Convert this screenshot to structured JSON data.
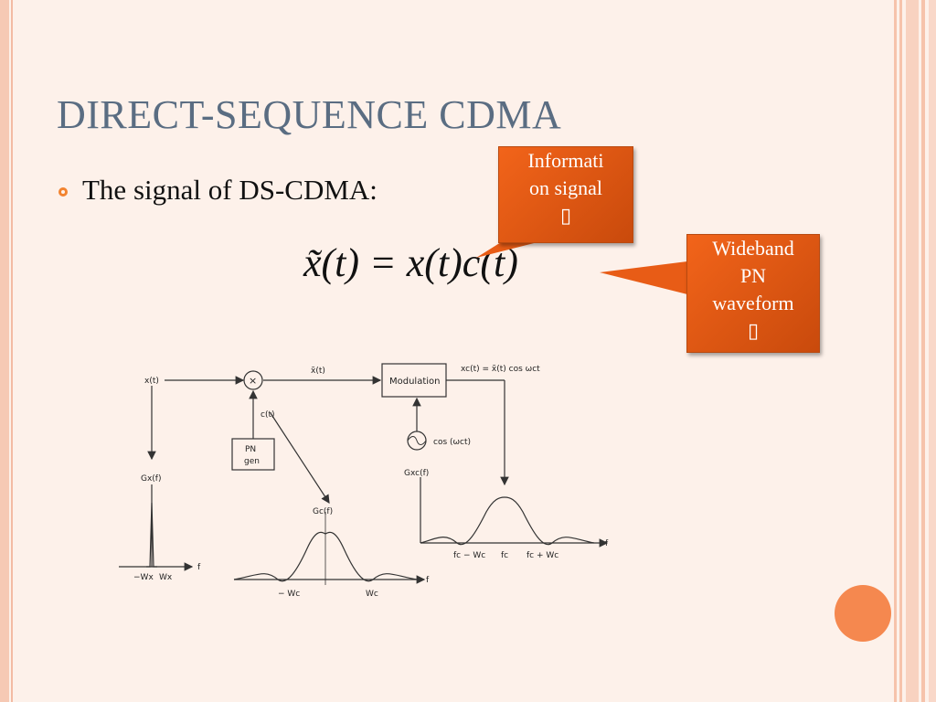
{
  "slide": {
    "title": "DIRECT-SEQUENCE CDMA",
    "bullet": "The signal of DS-CDMA:",
    "equation": "x̃(t) = x(t)c(t)"
  },
  "callouts": [
    {
      "lines": [
        "Informati",
        "on signal",
        "▯"
      ]
    },
    {
      "lines": [
        "Wideband",
        "PN",
        "waveform",
        "▯"
      ]
    }
  ],
  "figure": {
    "labels": {
      "x_t": "x(t)",
      "times": "×",
      "x_tilde": "x̃(t)",
      "modulation": "Modulation",
      "xc_out": "xc(t) = x̃(t) cos ωct",
      "c_t": "c(t)",
      "pn1": "PN",
      "pn2": "gen",
      "cos": "cos (ωct)",
      "Gx": "Gx(f)",
      "Gc": "Gc(f)",
      "Gxc": "Gxc(f)",
      "f": "f",
      "minus_Wx": "−Wx",
      "Wx": "Wx",
      "minus_Wc": "− Wc",
      "Wc": "Wc",
      "fc_minus_Wc": "fc − Wc",
      "fc": "fc",
      "fc_plus_Wc": "fc + Wc"
    }
  },
  "colors": {
    "title": "#5a6d82",
    "bullet": "#f2832f",
    "callout": "#e85c16",
    "background": "#fdf1ea",
    "stripe": "#f6c3ab",
    "dot": "#f5884f"
  }
}
